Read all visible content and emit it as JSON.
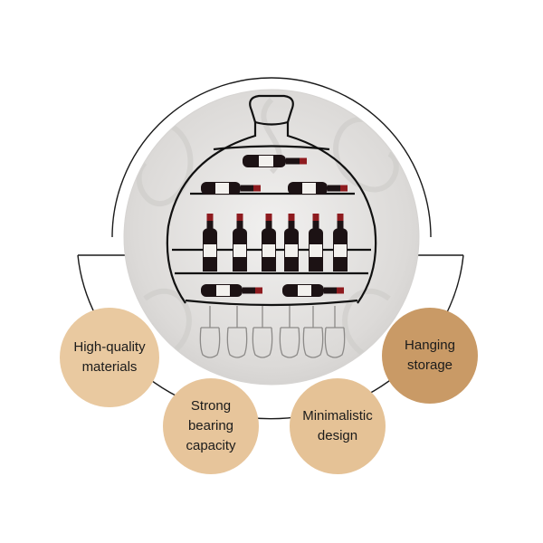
{
  "features": [
    {
      "text": "High-quality\nmaterials"
    },
    {
      "text": "Strong bearing\ncapacity"
    },
    {
      "text": "Minimalistic\ndesign"
    },
    {
      "text": "Hanging\nstorage"
    }
  ],
  "colors": {
    "circle_light": "#e9c9a0",
    "circle_mid": "#e6c49a",
    "circle_dark": "#c99a66",
    "outline": "#1a1a1a",
    "wine": "#8e1b1f",
    "bottle": "#1c1214"
  },
  "icons": [
    "wine-rack-image",
    "wine-bottle-icon",
    "wine-glass-icon"
  ]
}
